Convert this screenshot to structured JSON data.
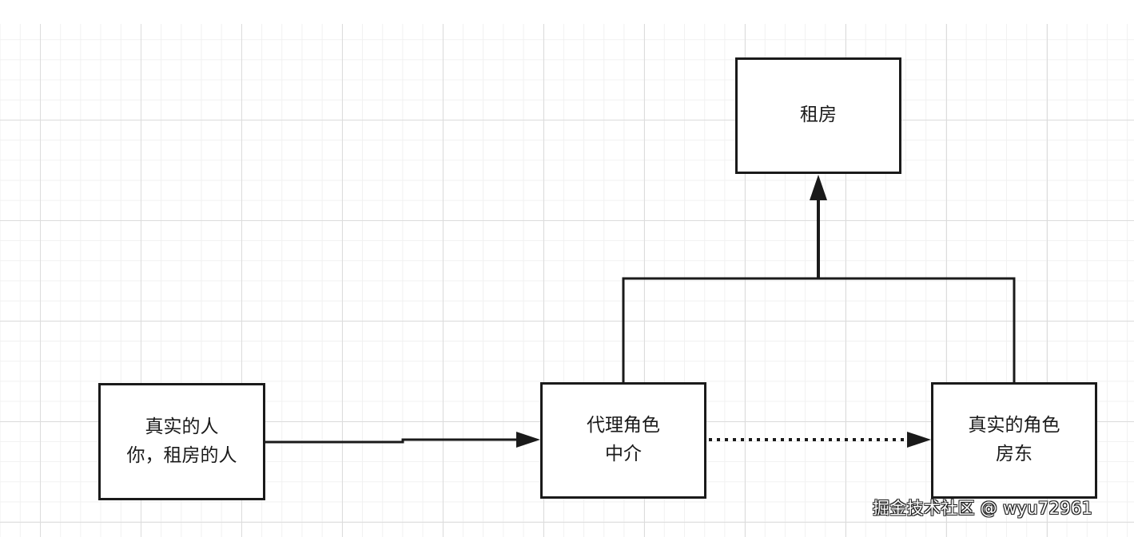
{
  "nodes": {
    "rent": {
      "lines": [
        "租房"
      ]
    },
    "real_person": {
      "lines": [
        "真实的人",
        "你，租房的人"
      ]
    },
    "proxy_role": {
      "lines": [
        "代理角色",
        "中介"
      ]
    },
    "real_role": {
      "lines": [
        "真实的角色",
        "房东"
      ]
    }
  },
  "watermark": {
    "text": "掘金技术社区 @ wyu72961"
  },
  "colors": {
    "line": "#1a1a1a",
    "grid_major": "#dcdcdc",
    "grid_minor": "#f1f1f1",
    "background": "#ffffff"
  }
}
